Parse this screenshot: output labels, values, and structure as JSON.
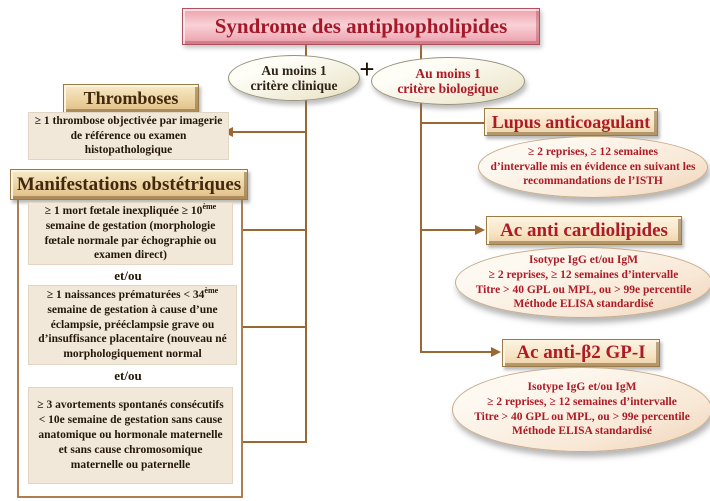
{
  "top": {
    "title": "Syndrome des antiphopholipides",
    "clinical_ellipse": {
      "line1": "Au moins 1",
      "line2": "critère clinique"
    },
    "plus_sign": "+",
    "biological_ellipse": {
      "line1": "Au moins 1",
      "line2": "critère biologique"
    }
  },
  "left": {
    "thromboses": {
      "header": "Thromboses",
      "criteria": "≥ 1 thrombose objectivée par imagerie de référence ou examen histopathologique"
    },
    "obstetric": {
      "header": "Manifestations obstétriques",
      "box1": {
        "pre": "≥ 1 mort fœtale inexpliquée ≥ 10",
        "sup": "ème",
        "post": " semaine de gestation (morphologie fœtale normale par échographie ou examen direct)"
      },
      "et_ou_1": "et/ou",
      "box2": {
        "pre": "≥ 1 naissances prématurées < 34",
        "sup": "ème",
        "post": " semaine de gestation à cause d’une éclampsie, prééclampsie grave ou d’insuffisance placentaire (nouveau né morphologiquement normal"
      },
      "et_ou_2": "et/ou",
      "box3": "≥ 3 avortements spontanés consécutifs < 10e semaine de gestation sans cause anatomique ou hormonale maternelle et sans cause chromosomique maternelle ou paternelle"
    }
  },
  "right": {
    "lupus": {
      "header": "Lupus anticoagulant",
      "lines": [
        "≥ 2 reprises, ≥ 12 semaines",
        "d’intervalle mis en évidence en suivant les",
        "recommandations de l’ISTH"
      ]
    },
    "cardiolipides": {
      "header": "Ac anti cardiolipides",
      "lines": [
        "Isotype IgG et/ou IgM",
        "≥ 2 reprises, ≥ 12 semaines d’intervalle",
        "Titre > 40 GPL ou MPL, ou > 99e percentile",
        "Méthode ELISA standardisé"
      ]
    },
    "b2gp1": {
      "header": "Ac anti-β2 GP-I",
      "lines": [
        "Isotype IgG et/ou IgM",
        "≥ 2 reprises, ≥ 12 semaines d’intervalle",
        "Titre > 40 GPL ou MPL, ou > 99e percentile",
        "Méthode ELISA standardisé"
      ]
    }
  },
  "colors": {
    "connector_brown": "#9a6832",
    "title_red": "#a5182a",
    "criteria_red": "#ae1b26",
    "header_brown_text": "#42290e",
    "tan_box": "#ecd3a2",
    "pink_box": "#f9d2d6",
    "beige_box": "#f1e8d9"
  }
}
